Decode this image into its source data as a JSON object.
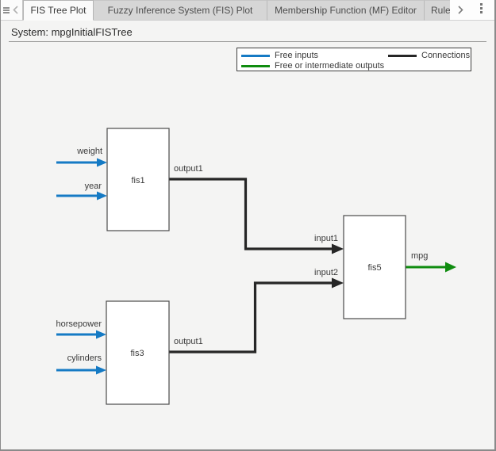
{
  "colors": {
    "free_input": "#157ac4",
    "free_output": "#0f8c0f",
    "connection": "#262626"
  },
  "tabbar": {
    "tabs": [
      {
        "label": "FIS Tree Plot",
        "active": true
      },
      {
        "label": "Fuzzy Inference System (FIS) Plot",
        "active": false
      },
      {
        "label": "Membership Function (MF) Editor",
        "active": false
      },
      {
        "label": "Rule",
        "active": false,
        "clipped": true
      }
    ]
  },
  "system": {
    "label": "System: mpgInitialFISTree"
  },
  "legend": {
    "items": [
      {
        "label": "Free inputs"
      },
      {
        "label": "Free or intermediate outputs"
      },
      {
        "label": "Connections"
      }
    ]
  },
  "diagram": {
    "nodes": [
      {
        "label": "fis1",
        "input_labels": [
          "weight",
          "year"
        ],
        "output_label": "output1"
      },
      {
        "label": "fis3",
        "input_labels": [
          "horsepower",
          "cylinders"
        ],
        "output_label": "output1"
      },
      {
        "label": "fis5",
        "input_labels": [
          "input1",
          "input2"
        ],
        "output_label": "mpg"
      }
    ]
  },
  "icons": {
    "menu": "list-icon",
    "scroll_left": "chevron-left-icon",
    "scroll_right": "chevron-right-icon",
    "overflow": "vertical-dots-icon"
  }
}
